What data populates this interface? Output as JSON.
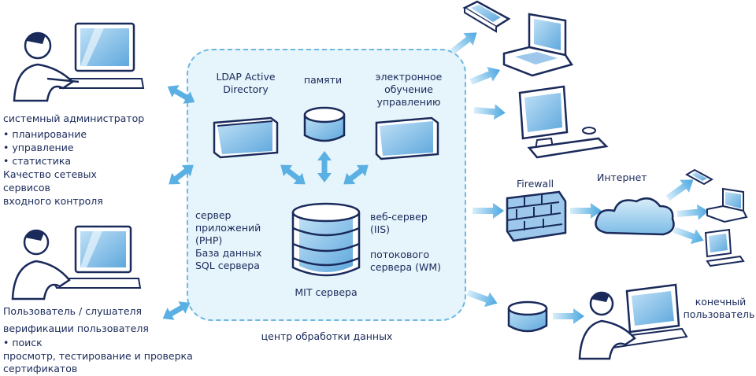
{
  "colors": {
    "ink": "#1a2a5a",
    "accent_blue": "#5ab0e3",
    "light_blue": "#e6f4fb",
    "dash": "#6fb7df",
    "device_fill": "#9dc8ec"
  },
  "left_top": {
    "role": "системный администратор",
    "items": [
      "• планирование",
      "• управление",
      "• статистика"
    ],
    "extra": [
      "Качество сетевых",
      "сервисов",
      "входного контроля"
    ]
  },
  "left_bottom": {
    "role": "Пользователь / слушателя",
    "line1": "верификации пользователя",
    "line2": "• поиск",
    "line3": "просмотр, тестирование и проверка",
    "line4": "сертификатов"
  },
  "datacenter": {
    "ldap_line1": "LDAP Active",
    "ldap_line2": "Directory",
    "memory": "памяти",
    "elearn_line1": "электронное",
    "elearn_line2": "обучение",
    "elearn_line3": "управлению",
    "app_line1": "сервер",
    "app_line2": "приложений",
    "app_line3": "(PHP)",
    "app_line4": "База данных",
    "app_line5": "SQL сервера",
    "web_line1": "веб-сервер",
    "web_line2": "(IIS)",
    "stream_line1": "потокового",
    "stream_line2": "сервера (WM)",
    "mit": "MIT сервера",
    "caption": "центр обработки данных"
  },
  "right": {
    "firewall": "Firewall",
    "internet": "Интернет",
    "end_user_line1": "конечный",
    "end_user_line2": "пользователь"
  }
}
